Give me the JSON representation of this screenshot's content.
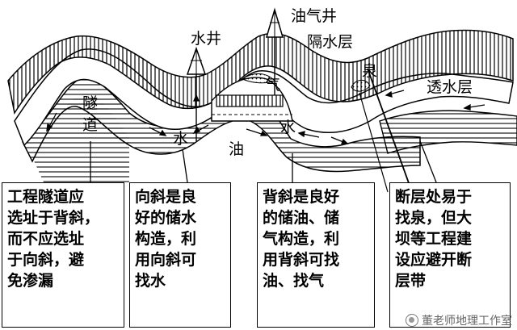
{
  "labels": {
    "oil_gas_well": "油气井",
    "water_well": "水井",
    "aquiclude": "隔水层",
    "spring": "泉",
    "aquifer": "透水层",
    "gas": "气",
    "water_left": "水",
    "water_right": "水",
    "oil": "油",
    "tunnel_1": "隧",
    "tunnel_2": "道"
  },
  "boxes": [
    {
      "lines": [
        "工程隧道应",
        "选址于背斜，",
        "而不应选址",
        "于向斜，避",
        "免渗漏"
      ]
    },
    {
      "lines": [
        "向斜是良",
        "好的储水",
        "构造，利",
        "用向斜可",
        "找水"
      ]
    },
    {
      "lines": [
        "背斜是良好",
        "的储油、储",
        "气构造，利",
        "用背斜可找",
        "油、找气"
      ]
    },
    {
      "lines": [
        "断层处易于",
        "找泉，但大",
        "坝等工程建",
        "设应避开断",
        "层带"
      ]
    }
  ],
  "watermark": "董老师地理工作室",
  "colors": {
    "stroke": "#000000",
    "background": "#ffffff"
  }
}
